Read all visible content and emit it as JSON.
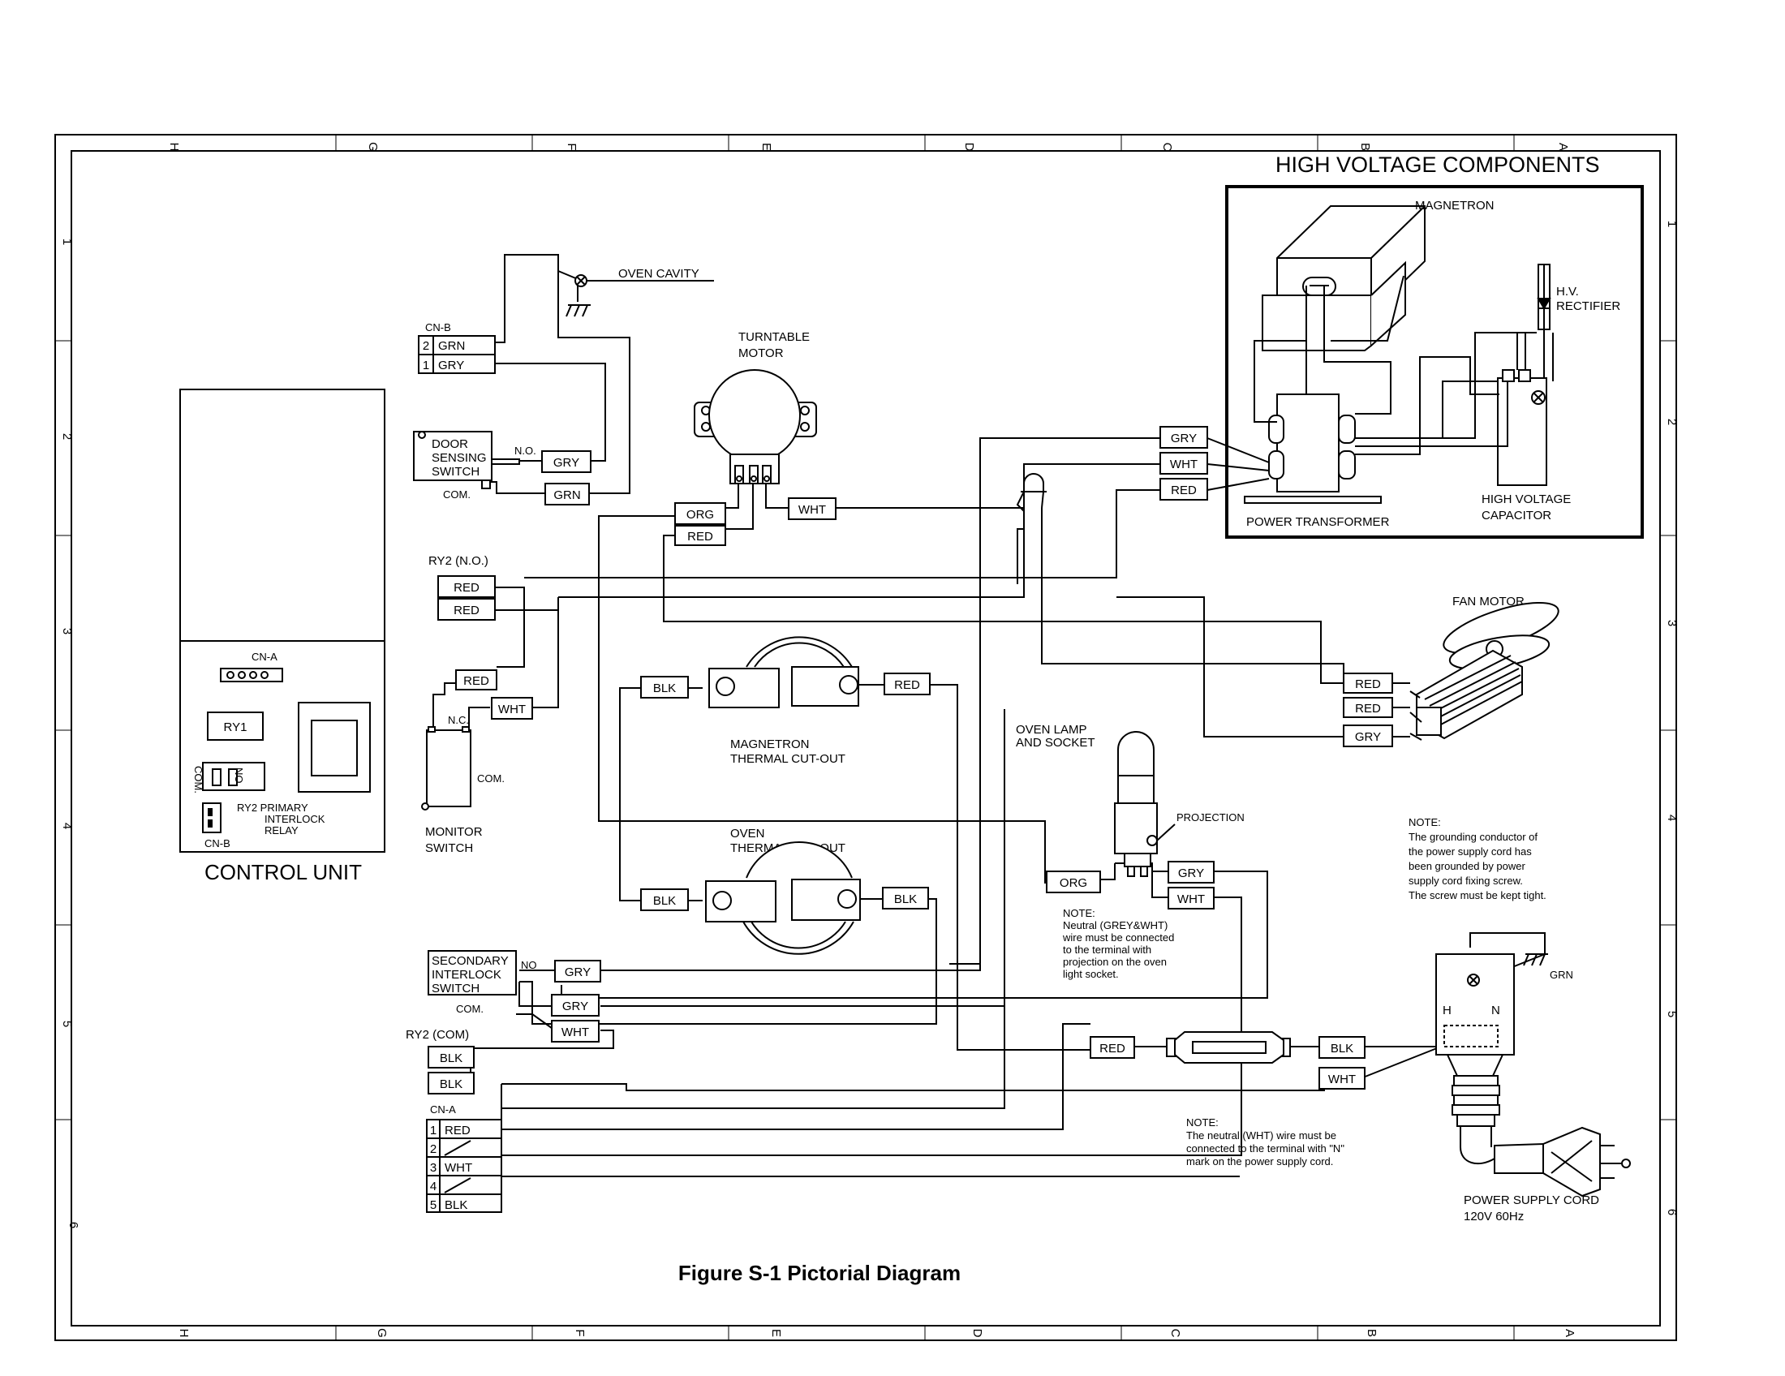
{
  "title": "Figure S-1 Pictorial Diagram",
  "grid": {
    "columns": [
      "H",
      "G",
      "F",
      "E",
      "D",
      "C",
      "B",
      "A"
    ],
    "rows": [
      "1",
      "2",
      "3",
      "4",
      "5",
      "6"
    ]
  },
  "high_voltage": {
    "heading": "HIGH VOLTAGE COMPONENTS",
    "magnetron": "MAGNETRON",
    "rectifier_1": "H.V.",
    "rectifier_2": "RECTIFIER",
    "transformer": "POWER TRANSFORMER",
    "capacitor_1": "HIGH VOLTAGE",
    "capacitor_2": "CAPACITOR",
    "wires": [
      "GRY",
      "WHT",
      "RED"
    ]
  },
  "control_unit": {
    "label": "CONTROL UNIT",
    "cn_a": "CN-A",
    "ry1": "RY1",
    "com": "COM.",
    "no": "NO",
    "ry2_1": "RY2 PRIMARY",
    "ry2_2": "INTERLOCK",
    "ry2_3": "RELAY",
    "cn_b": "CN-B"
  },
  "cn_b": {
    "label": "CN-B",
    "pins": [
      {
        "num": "2",
        "wire": "GRN"
      },
      {
        "num": "1",
        "wire": "GRY"
      }
    ]
  },
  "oven_cavity": "OVEN CAVITY",
  "door_switch": {
    "line1": "DOOR",
    "line2": "SENSING",
    "line3": "SWITCH",
    "no": "N.O.",
    "com": "COM.",
    "wire_no": "GRY",
    "wire_com": "GRN"
  },
  "turntable": {
    "line1": "TURNTABLE",
    "line2": "MOTOR",
    "wire_a": "ORG",
    "wire_b": "RED",
    "wire_c": "WHT"
  },
  "ry2_no": {
    "label": "RY2 (N.O.)",
    "wires": [
      "RED",
      "RED"
    ]
  },
  "monitor_switch": {
    "wire_red": "RED",
    "wire_wht": "WHT",
    "nc": "N.C.",
    "com": "COM.",
    "line1": "MONITOR",
    "line2": "SWITCH"
  },
  "magnetron_cutout": {
    "line1": "MAGNETRON",
    "line2": "THERMAL CUT-OUT",
    "wire_l": "BLK",
    "wire_r": "RED"
  },
  "oven_cutout": {
    "line1": "OVEN",
    "line2": "THERMAL CUT-OUT",
    "wire_l": "BLK",
    "wire_r": "BLK"
  },
  "fan_motor": {
    "label": "FAN MOTOR",
    "wires": [
      "RED",
      "RED",
      "GRY"
    ]
  },
  "oven_lamp": {
    "line1": "OVEN LAMP",
    "line2": "AND SOCKET",
    "projection": "PROJECTION",
    "wire_org": "ORG",
    "wire_gry": "GRY",
    "wire_wht": "WHT",
    "note": [
      "NOTE:",
      "Neutral (GREY&WHT)",
      "wire must be connected",
      "to the terminal with",
      "projection on the oven",
      "light socket."
    ]
  },
  "secondary_switch": {
    "line1": "SECONDARY",
    "line2": "INTERLOCK",
    "line3": "SWITCH",
    "no": "NO",
    "com": "COM.",
    "wire_no": "GRY",
    "wire_com_a": "GRY",
    "wire_com_b": "WHT"
  },
  "ry2_com": {
    "label": "RY2 (COM)",
    "wires": [
      "BLK",
      "BLK"
    ]
  },
  "cn_a": {
    "label": "CN-A",
    "pins": [
      {
        "num": "1",
        "wire": "RED"
      },
      {
        "num": "2",
        "wire": ""
      },
      {
        "num": "3",
        "wire": "WHT"
      },
      {
        "num": "4",
        "wire": ""
      },
      {
        "num": "5",
        "wire": "BLK"
      }
    ]
  },
  "fuse": {
    "wire_l": "RED",
    "wire_r": "BLK",
    "wire_wht": "WHT"
  },
  "ground_note": [
    "NOTE:",
    "The grounding conductor of",
    "the power supply cord has",
    "been grounded by power",
    "supply cord fixing screw.",
    "The screw must be kept tight."
  ],
  "neutral_note": [
    "NOTE:",
    "The neutral (WHT) wire must be",
    "connected to the terminal with \"N\"",
    "mark on the power   supply cord."
  ],
  "power_cord": {
    "grn": "GRN",
    "h": "H",
    "n": "N",
    "line1": "POWER SUPPLY CORD",
    "line2": "120V 60Hz"
  }
}
